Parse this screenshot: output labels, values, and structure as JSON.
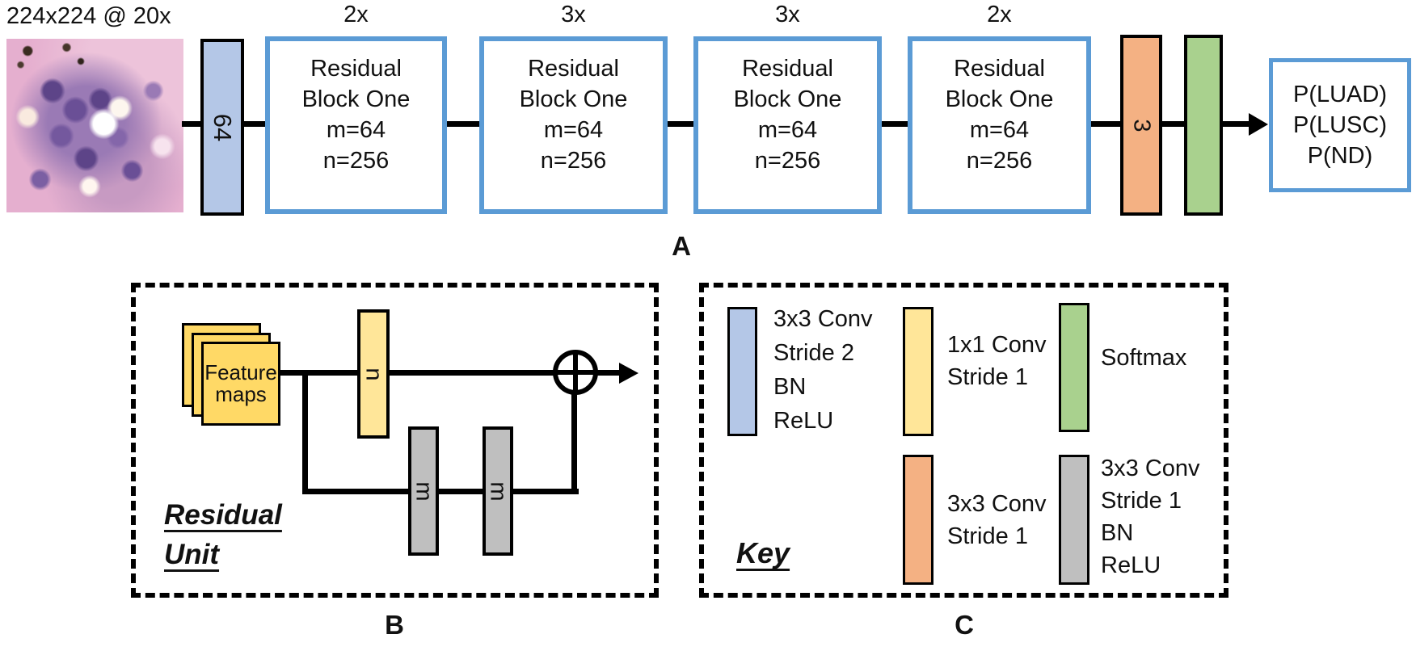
{
  "colors": {
    "border-blue": "#5B9BD5",
    "light-blue": "#B4C7E7",
    "light-yellow": "#FFE699",
    "gold-yellow": "#FFD966",
    "orange": "#F4B183",
    "green": "#A9D18E",
    "gray": "#BFBFBF"
  },
  "panel_a": {
    "input_label": "224x224 @ 20x",
    "stem_label": "64",
    "blocks": [
      {
        "multiplier": "2x",
        "line1": "Residual",
        "line2": "Block One",
        "line3": "m=64",
        "line4": "n=256"
      },
      {
        "multiplier": "3x",
        "line1": "Residual",
        "line2": "Block One",
        "line3": "m=64",
        "line4": "n=256"
      },
      {
        "multiplier": "3x",
        "line1": "Residual",
        "line2": "Block One",
        "line3": "m=64",
        "line4": "n=256"
      },
      {
        "multiplier": "2x",
        "line1": "Residual",
        "line2": "Block One",
        "line3": "m=64",
        "line4": "n=256"
      }
    ],
    "head_label": "3",
    "output_line1": "P(LUAD)",
    "output_line2": "P(LUSC)",
    "output_line3": "P(ND)",
    "caption": "A"
  },
  "panel_b": {
    "feature_line1": "Feature",
    "feature_line2": "maps",
    "n_label": "n",
    "m_label_1": "m",
    "m_label_2": "m",
    "title_line1": "Residual",
    "title_line2": "Unit",
    "caption": "B"
  },
  "panel_c": {
    "title": "Key",
    "blue": {
      "line1": "3x3 Conv",
      "line2": "Stride 2",
      "line3": "BN",
      "line4": "ReLU"
    },
    "yellow": {
      "line1": "1x1 Conv",
      "line2": "Stride 1"
    },
    "green": {
      "line1": "Softmax"
    },
    "orange": {
      "line1": "3x3 Conv",
      "line2": "Stride 1"
    },
    "gray": {
      "line1": "3x3 Conv",
      "line2": "Stride 1",
      "line3": "BN",
      "line4": "ReLU"
    },
    "caption": "C"
  }
}
